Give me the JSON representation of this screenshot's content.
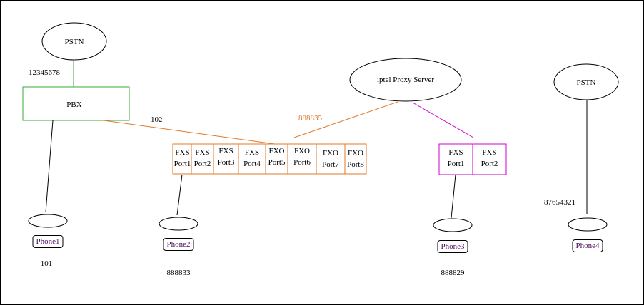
{
  "colors": {
    "pbx_link": "#3aa83a",
    "voip_gateway": "#e07a2a",
    "voip_gateway_b": "#d100d1",
    "line": "#000000",
    "phone_text": "#4b0a5e"
  },
  "nodes": {
    "pstn_left": {
      "label": "PSTN"
    },
    "pbx": {
      "label": "PBX"
    },
    "proxy": {
      "label": "iptel Proxy Server"
    },
    "pstn_right": {
      "label": "PSTN"
    }
  },
  "gateway_a": {
    "ports": [
      {
        "type": "FXS",
        "name": "Port1"
      },
      {
        "type": "FXS",
        "name": "Port2"
      },
      {
        "type": "FXS",
        "name": "Port3"
      },
      {
        "type": "FXS",
        "name": "Port4"
      },
      {
        "type": "FXO",
        "name": "Port5"
      },
      {
        "type": "FXO",
        "name": "Port6"
      },
      {
        "type": "FXO",
        "name": "Port7"
      },
      {
        "type": "FXO",
        "name": "Port8"
      }
    ]
  },
  "gateway_b": {
    "ports": [
      {
        "type": "FXS",
        "name": "Port1"
      },
      {
        "type": "FXS",
        "name": "Port2"
      }
    ]
  },
  "labels": {
    "pstn_pbx_number": "12345678",
    "pbx_ext_102": "102",
    "gateway_a_account": "888835",
    "pstn_right_number": "87654321"
  },
  "phones": [
    {
      "label": "Phone1",
      "number": "101"
    },
    {
      "label": "Phone2",
      "number": "888833"
    },
    {
      "label": "Phone3",
      "number": "888829"
    },
    {
      "label": "Phone4",
      "number": ""
    }
  ]
}
